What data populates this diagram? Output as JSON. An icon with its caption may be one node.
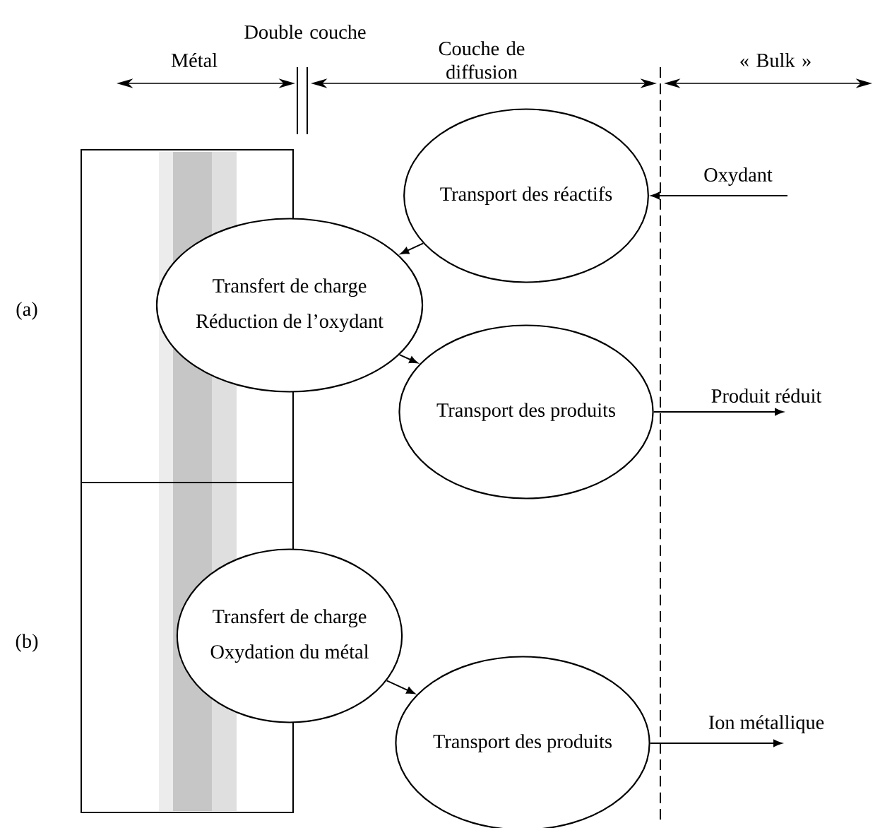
{
  "diagram": {
    "nodes": [
      {
        "text": [
          "Transport des réactifs"
        ]
      },
      {
        "text": [
          "Transfert de charge",
          "Réduction de l’oxydant"
        ]
      },
      {
        "text": [
          "Transport des produits"
        ]
      },
      {
        "text": [
          "Transfert de charge",
          "Oxydation du métal"
        ]
      },
      {
        "text": [
          "Transport des produits"
        ]
      }
    ],
    "edges": [
      {
        "from": null,
        "to": 0,
        "arrow": "to",
        "label": "Oxydant"
      },
      {
        "from": 0,
        "to": 1,
        "arrow": "to"
      },
      {
        "from": 1,
        "to": 2,
        "arrow": "to"
      },
      {
        "from": 2,
        "to": null,
        "arrow": "to",
        "label": "Produit réduit"
      },
      {
        "from": 3,
        "to": 4,
        "arrow": "to"
      },
      {
        "from": 4,
        "to": null,
        "arrow": "to",
        "label": "Ion métallique"
      }
    ],
    "labels": [
      "Double couche",
      "Métal",
      "Couche de diffusion",
      "« Bulk »",
      "(a)",
      "(b)"
    ]
  }
}
